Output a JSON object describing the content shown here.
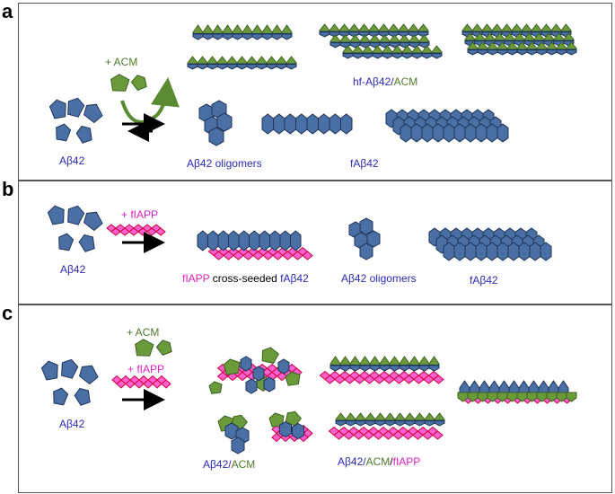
{
  "panels": {
    "a": {
      "label": "a"
    },
    "b": {
      "label": "b"
    },
    "c": {
      "label": "c"
    }
  },
  "a": {
    "reagent": "+ ACM",
    "monomer": "Aβ42",
    "oligomers": "Aβ42 oligomers",
    "fibril": "fAβ42",
    "hf_prefix": "hf-Aβ42/",
    "hf_acm": "ACM"
  },
  "b": {
    "reagent": "+ fIAPP",
    "monomer": "Aβ42",
    "cross_mag": "fIAPP",
    "cross_mid": " cross-seeded ",
    "cross_blue": "fAβ42",
    "oligomers": "Aβ42 oligomers",
    "fibril": "fAβ42"
  },
  "c": {
    "reagent1": "+ ACM",
    "reagent2": "+ fIAPP",
    "monomer": "Aβ42",
    "left_blue": "Aβ42/",
    "left_green": "ACM",
    "right_blue": "Aβ42/",
    "right_green": "ACM",
    "right_slash": "/",
    "right_mag": "fIAPP"
  },
  "colors": {
    "abeta": "#4a6fa5",
    "abeta_stroke": "#1f3559",
    "acm": "#6a9a3a",
    "iapp": "#ff5fd0",
    "iapp_stroke": "#d0003a"
  }
}
